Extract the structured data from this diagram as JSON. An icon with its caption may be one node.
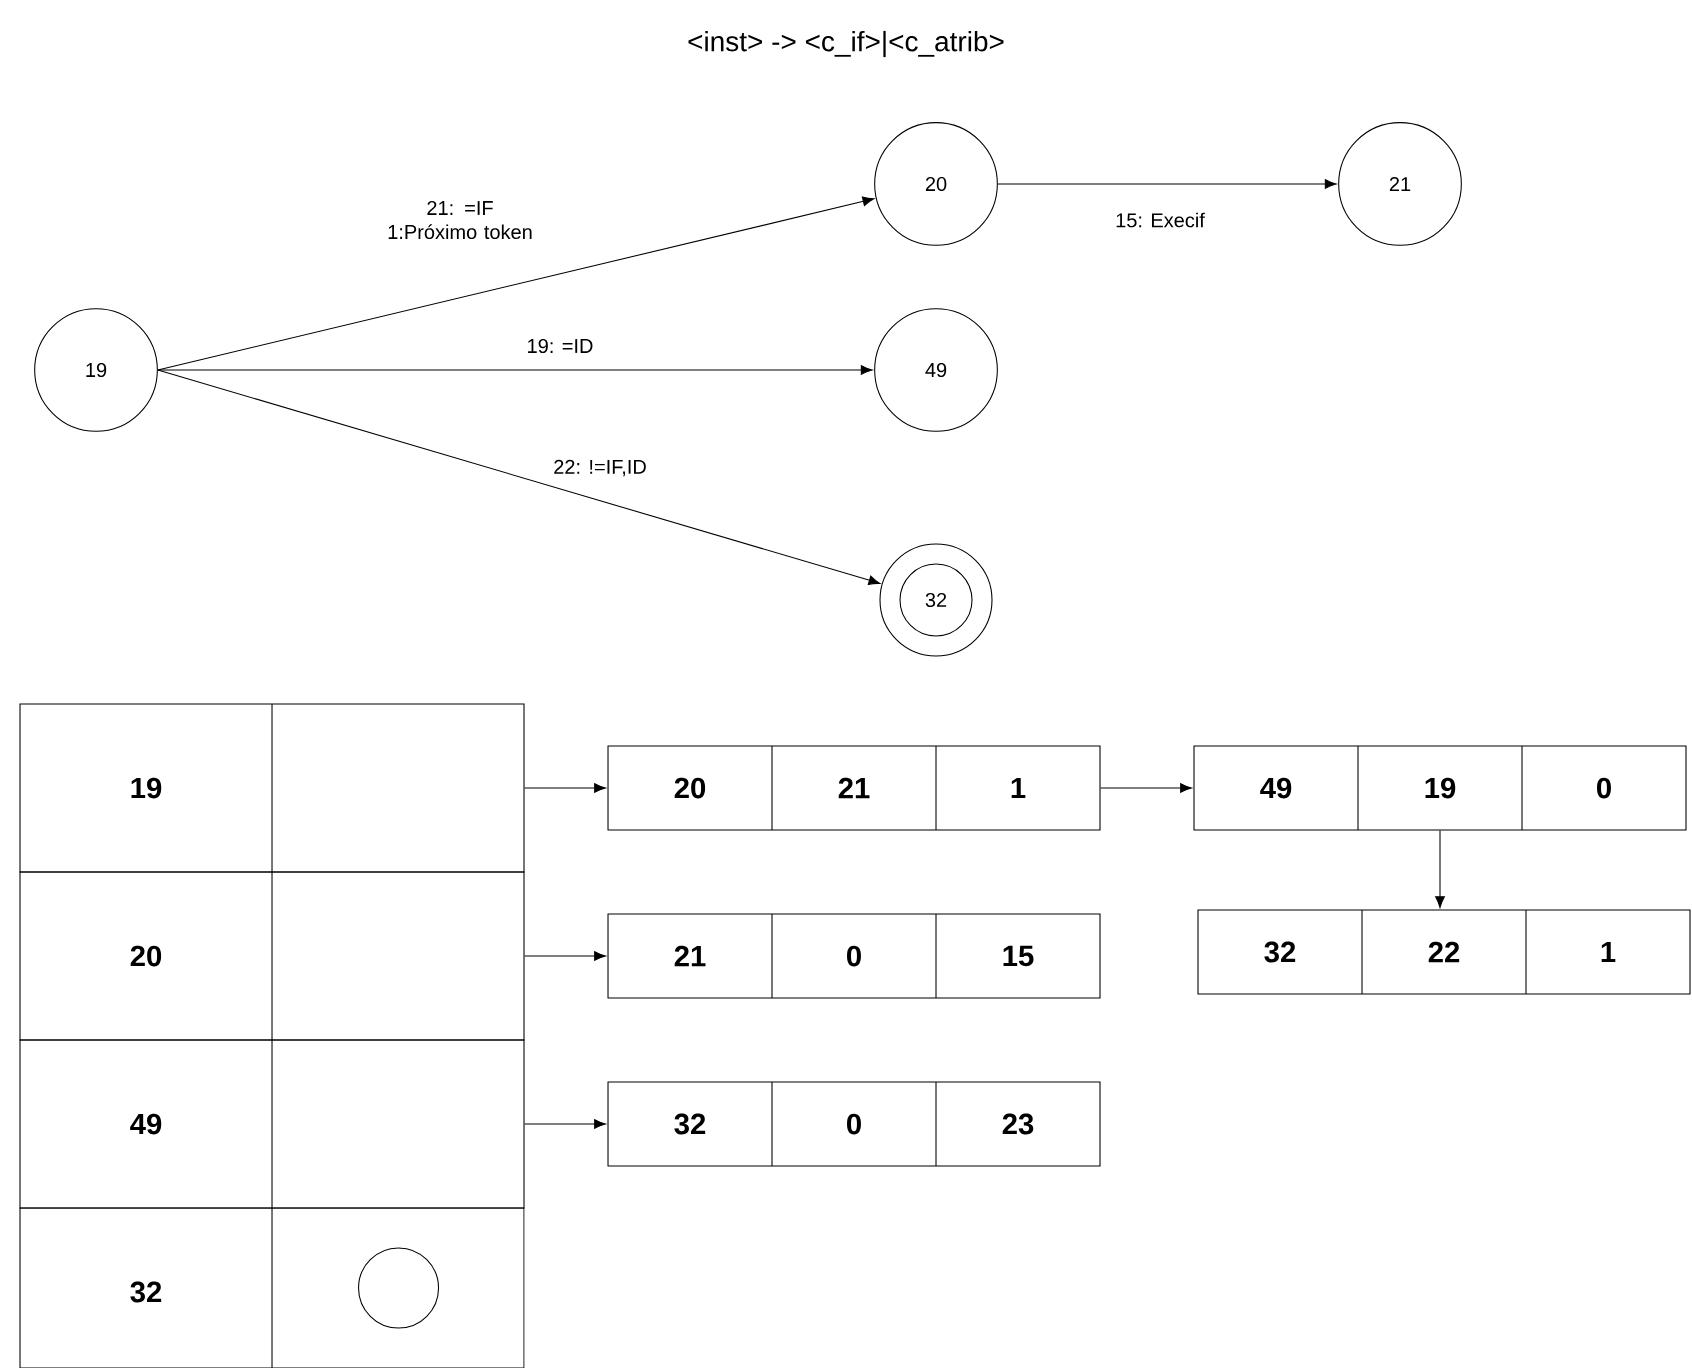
{
  "diagram": {
    "title": "<inst> -> <c_if>|<c_atrib>",
    "nodes": [
      {
        "text": [
          "19"
        ]
      },
      {
        "text": [
          "20"
        ]
      },
      {
        "text": [
          "21"
        ]
      },
      {
        "text": [
          "49"
        ]
      },
      {
        "text": [
          "32"
        ]
      },
      {
        "text": [
          "19"
        ]
      },
      {
        "text": [
          "20"
        ]
      },
      {
        "text": [
          "49"
        ]
      },
      {
        "text": [
          "32"
        ]
      },
      {
        "text": [],
        "shape": "circle",
        "in": 8
      },
      {
        "text": [
          "20",
          "21",
          "1"
        ]
      },
      {
        "text": [
          "21",
          "0",
          "15"
        ]
      },
      {
        "text": [
          "32",
          "0",
          "23"
        ]
      },
      {
        "text": [
          "49",
          "19",
          "0"
        ]
      },
      {
        "text": [
          "32",
          "22",
          "1"
        ]
      }
    ],
    "edges": [
      {
        "from": 0,
        "to": 1,
        "arrow": "to",
        "label": "21: =IF 1:Próximo token"
      },
      {
        "from": 1,
        "to": 2,
        "arrow": "to",
        "label": "15: Execif"
      },
      {
        "from": 0,
        "to": 3,
        "arrow": "to",
        "label": "19: =ID"
      },
      {
        "from": 0,
        "to": 4,
        "arrow": "to",
        "label": "22: !=IF,ID"
      },
      {
        "from": 5,
        "to": 10,
        "arrow": "to"
      },
      {
        "from": 6,
        "to": 11,
        "arrow": "to"
      },
      {
        "from": 7,
        "to": 12,
        "arrow": "to"
      },
      {
        "from": 10,
        "to": 13,
        "arrow": "to"
      },
      {
        "from": 13,
        "to": 14,
        "arrow": "to"
      }
    ]
  }
}
